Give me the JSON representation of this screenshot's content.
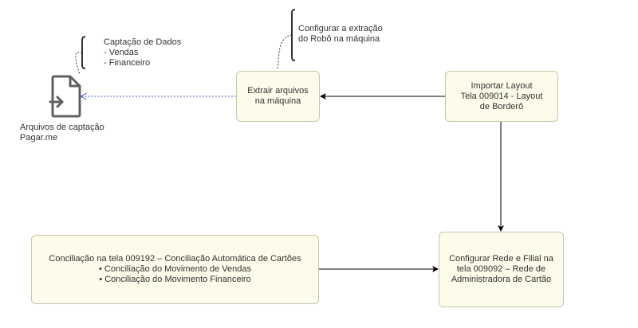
{
  "colors": {
    "node_fill": "#fdfbe9",
    "node_border": "#c7c7a9",
    "arrow": "#000000",
    "dotted_arrow": "#4a5ec7",
    "file_icon": "#606060"
  },
  "file_icon": {
    "icon": "file-import-icon",
    "caption": [
      "Arquivos de captação",
      "Pagar.me"
    ]
  },
  "notes": {
    "captacao": [
      "Captação de Dados",
      "- Vendas",
      "- Financeiro"
    ],
    "robo": [
      "Configurar a extração",
      "do Robô na máquina"
    ]
  },
  "nodes": {
    "extrair": [
      "Extrair arquivos",
      "na máquina"
    ],
    "importar": [
      "Importar Layout",
      "Tela 009014 - Layout",
      "de Borderô"
    ],
    "configurar": [
      "Configurar Rede e Filial na",
      "tela 009092 – Rede de",
      "Administradora de Cartão"
    ],
    "conciliacao": [
      "Conciliação na tela 009192 – Conciliação Automática de Cartões",
      "• Conciliação do Movimento de Vendas",
      "• Conciliação do Movimento Financeiro"
    ]
  }
}
